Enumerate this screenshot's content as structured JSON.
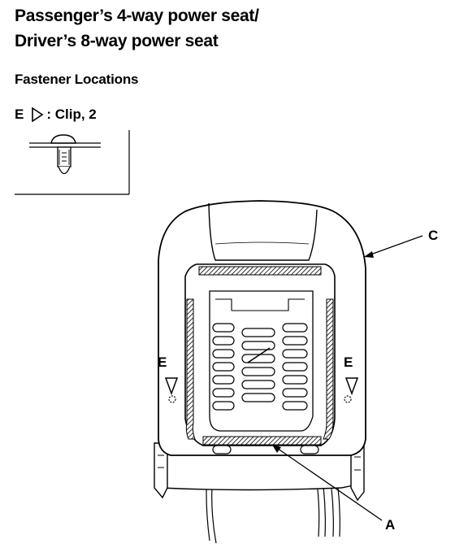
{
  "title": {
    "line1": "Passenger’s 4-way power seat/",
    "line2": "Driver’s 8-way power seat"
  },
  "section_heading": "Fastener Locations",
  "legend": {
    "letter": "E",
    "symbol": "triangle-marker-icon",
    "text": ": Clip, 2"
  },
  "callouts": {
    "c": "C",
    "a": "A",
    "e_left": "E",
    "e_right": "E"
  },
  "colors": {
    "ink": "#000000",
    "paper": "#ffffff"
  }
}
